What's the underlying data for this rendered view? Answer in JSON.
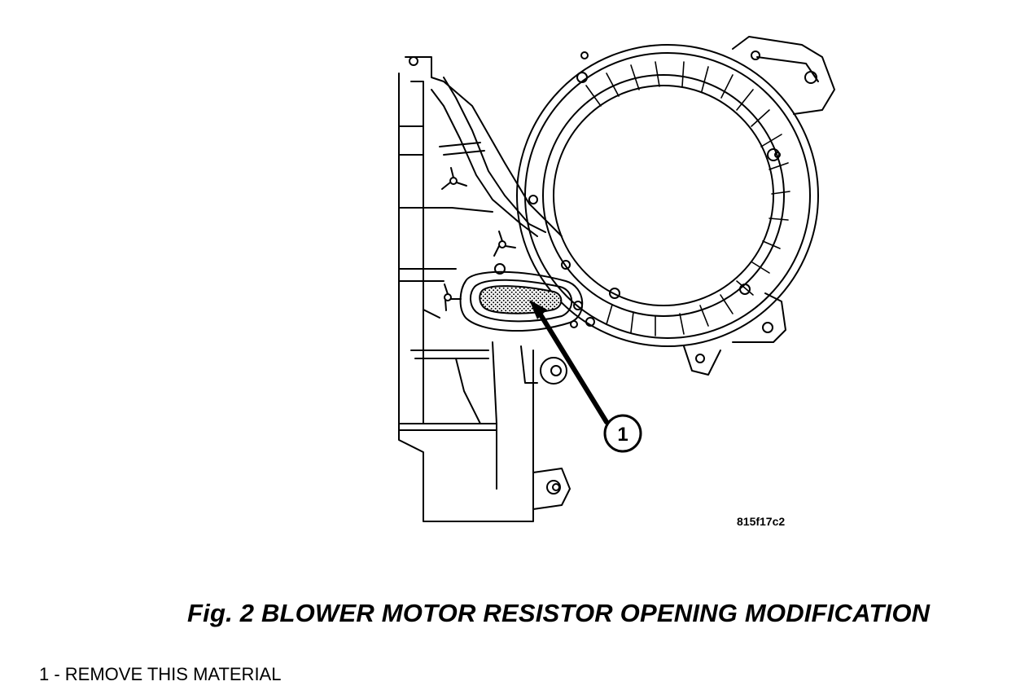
{
  "figure": {
    "code": "815f17c2",
    "caption": "Fig. 2 BLOWER MOTOR RESISTOR OPENING MODIFICATION",
    "callout_number": "1"
  },
  "legend": [
    {
      "number": "1",
      "text": "1 - REMOVE THIS MATERIAL"
    }
  ]
}
